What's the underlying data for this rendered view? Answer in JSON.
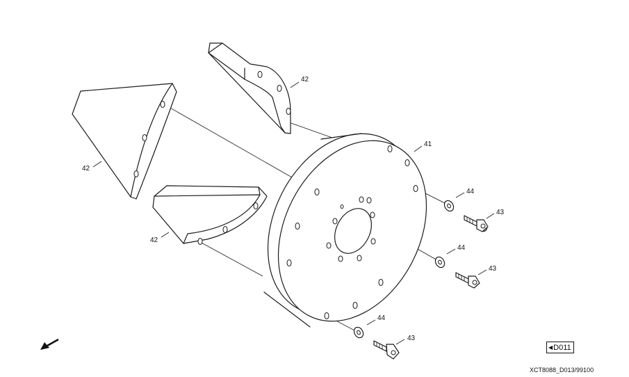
{
  "callouts": {
    "flexplate": "41",
    "segment": "42",
    "cap_screw": "43",
    "washer": "44"
  },
  "reference_tag": "D011",
  "drawing_code": "XCT8088_D013/99100"
}
